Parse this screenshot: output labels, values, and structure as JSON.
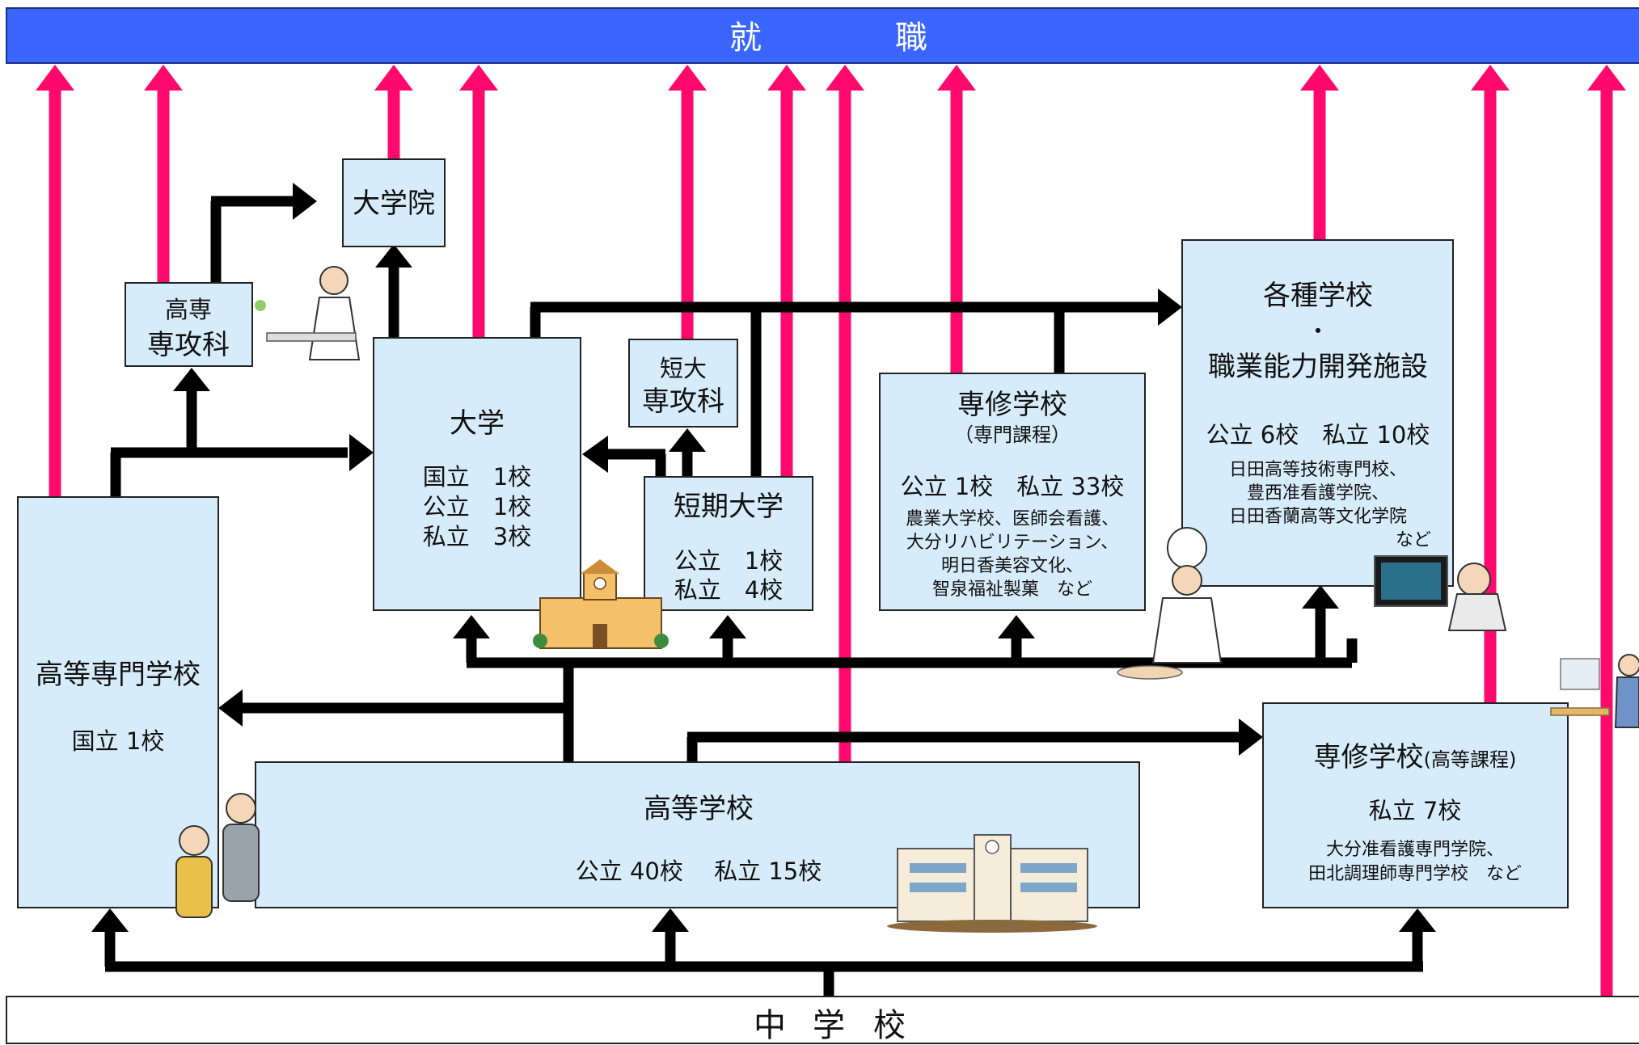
{
  "colors": {
    "employment_bar": "#3a66ff",
    "box_fill": "#d7ecfa",
    "employment_arrow": "#ff0a6c",
    "progression_arrow": "#000000"
  },
  "employment": {
    "left": "就",
    "right": "職"
  },
  "graduate_school": {
    "title": "大学院"
  },
  "kosen_advanced": {
    "line1": "高専",
    "line2": "専攻科"
  },
  "university": {
    "title": "大学",
    "line1": "国立　1校",
    "line2": "公立　1校",
    "line3": "私立　3校"
  },
  "junior_college_advanced": {
    "line1": "短大",
    "line2": "専攻科"
  },
  "junior_college": {
    "title": "短期大学",
    "line1": "公立　1校",
    "line2": "私立　4校"
  },
  "specialized_training_college": {
    "title": "専修学校",
    "subtitle": "（専門課程）",
    "count": "公立 1校　私立 33校",
    "ex1": "農業大学校、医師会看護、",
    "ex2": "大分リハビリテーション、",
    "ex3": "明日香美容文化、",
    "ex4": "智泉福祉製菓　など"
  },
  "miscellaneous_schools": {
    "title": "各種学校",
    "dot": "・",
    "title2": "職業能力開発施設",
    "count": "公立 6校　私立 10校",
    "ex1": "日田高等技術専門校、",
    "ex2": "豊西准看護学院、",
    "ex3": "日田香蘭高等文化学院",
    "ex4": "など"
  },
  "technical_college": {
    "title": "高等専門学校",
    "count": "国立 1校"
  },
  "high_school": {
    "title": "高等学校",
    "count": "公立 40校　 私立 15校"
  },
  "upper_secondary_course": {
    "title": "専修学校",
    "subtitle": "(高等課程)",
    "count": "私立 7校",
    "ex1": "大分准看護専門学院、",
    "ex2": "田北調理師専門学校　など"
  },
  "junior_high": {
    "c1": "中",
    "c2": "学",
    "c3": "校"
  }
}
